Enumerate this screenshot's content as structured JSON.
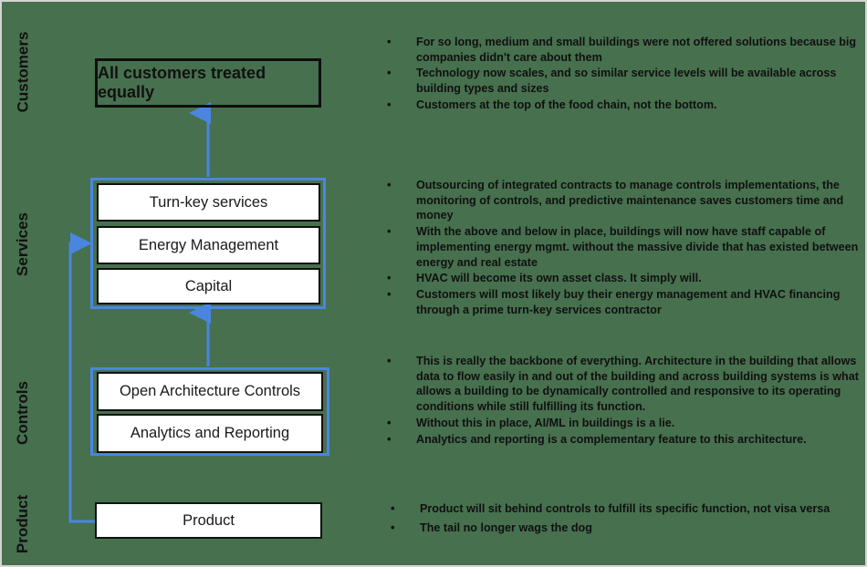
{
  "theme": {
    "background": "#47704E",
    "accent_blue": "#4a86e0",
    "box_fill": "#ffffff",
    "box_border": "#111111",
    "text": "#101010"
  },
  "side_labels": {
    "customers": "Customers",
    "services": "Services",
    "controls": "Controls",
    "product": "Product"
  },
  "boxes": {
    "customers": "All customers treated equally",
    "turnkey": "Turn-key services",
    "energy": "Energy Management",
    "capital": "Capital",
    "open_architecture": "Open Architecture Controls",
    "analytics": "Analytics and Reporting",
    "product": "Product"
  },
  "bullets": {
    "customers": [
      "For so long, medium and small buildings were not offered solutions because big companies didn't care about them",
      "Technology now scales, and so similar service levels will be available across building types and sizes",
      "Customers at the top of the food chain, not the bottom."
    ],
    "services": [
      "Outsourcing of integrated contracts to manage controls implementations, the monitoring of controls, and predictive maintenance saves customers time and money",
      "With the above and below in place, buildings will now have staff capable of implementing energy mgmt. without the massive divide that has existed between energy and real estate",
      "HVAC will become its own asset class. It simply will.",
      "Customers will most likely buy their energy management and HVAC financing through a prime turn-key services contractor"
    ],
    "controls": [
      "This is really the backbone of everything.  Architecture in the building that allows data to flow easily in and out of the building and across building systems is what allows a building to be dynamically controlled and responsive to its operating conditions while still fulfilling its function.",
      "Without this in place, AI/ML in buildings is a lie.",
      "Analytics and reporting is a complementary feature to this architecture."
    ],
    "product": [
      "Product will sit behind controls to fulfill its specific function, not visa versa",
      "The tail no longer wags the dog"
    ]
  }
}
